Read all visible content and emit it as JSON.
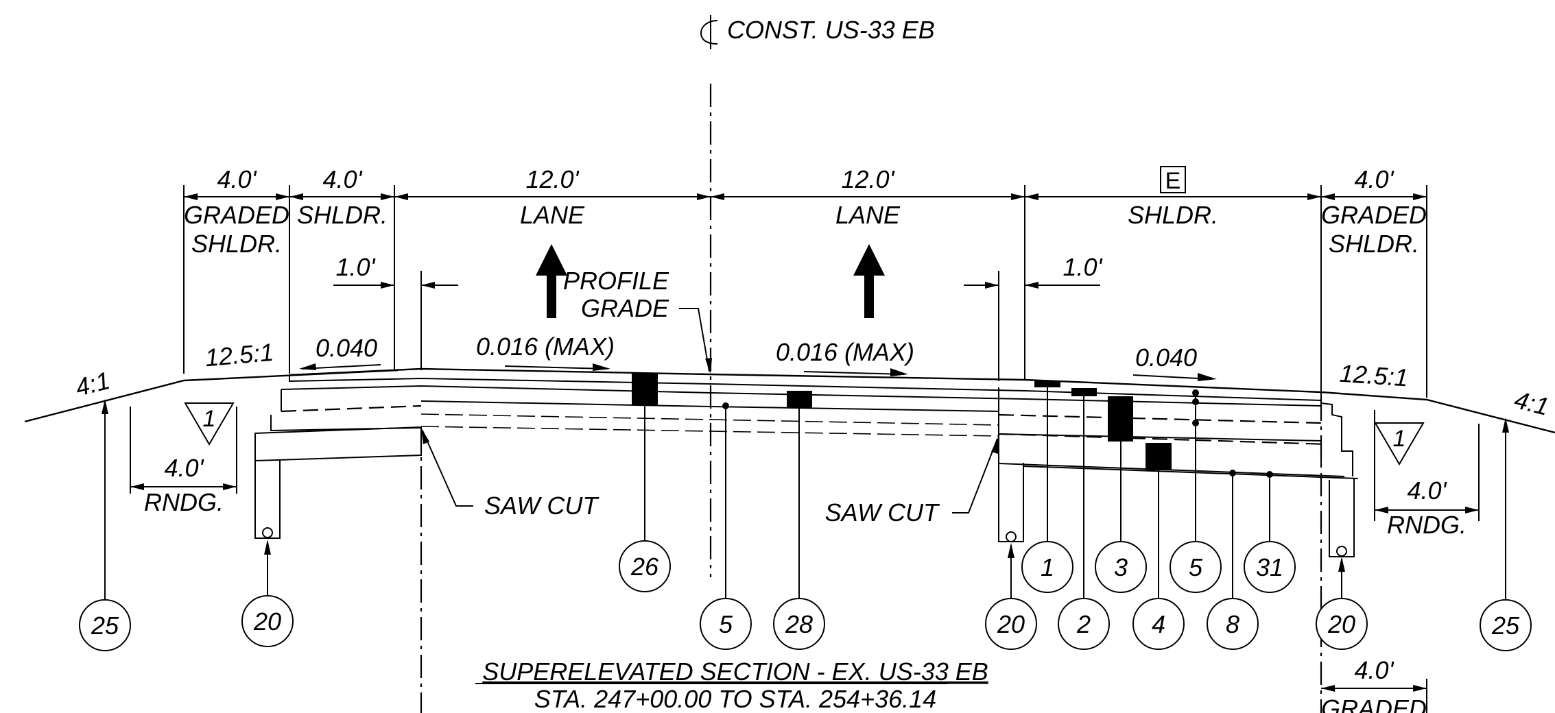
{
  "title": {
    "centerline_label": "CONST. US-33 EB"
  },
  "dimensions_top": [
    {
      "id": "graded-left",
      "value": "4.0'",
      "label1": "GRADED",
      "label2": "SHLDR."
    },
    {
      "id": "shldr-left",
      "value": "4.0'",
      "label1": "SHLDR.",
      "label2": ""
    },
    {
      "id": "lane-left",
      "value": "12.0'",
      "label1": "LANE",
      "label2": ""
    },
    {
      "id": "lane-right",
      "value": "12.0'",
      "label1": "LANE",
      "label2": ""
    },
    {
      "id": "shldr-right",
      "value": "E",
      "label1": "SHLDR.",
      "label2": ""
    },
    {
      "id": "graded-right",
      "value": "4.0'",
      "label1": "GRADED",
      "label2": "SHLDR."
    }
  ],
  "offsets": {
    "left": "1.0'",
    "right": "1.0'"
  },
  "profile_grade": {
    "line1": "PROFILE",
    "line2": "GRADE"
  },
  "slopes": {
    "far_left": "4:1",
    "left_rounding": "12.5:1",
    "left_shoulder": "0.040",
    "left_lane": "0.016 (MAX)",
    "right_lane": "0.016 (MAX)",
    "right_shoulder": "0.040",
    "right_rounding": "12.5:1",
    "far_right": "4:1"
  },
  "rounding": {
    "left_value": "4.0'",
    "left_label": "RNDG.",
    "right_value": "4.0'",
    "right_label": "RNDG.",
    "triangle_left": "1",
    "triangle_right": "1"
  },
  "saw_cut": {
    "left": "SAW CUT",
    "right": "SAW CUT"
  },
  "callouts": [
    {
      "id": "c25-left",
      "text": "25"
    },
    {
      "id": "c20-left",
      "text": "20"
    },
    {
      "id": "c26",
      "text": "26"
    },
    {
      "id": "c5-center",
      "text": "5"
    },
    {
      "id": "c28",
      "text": "28"
    },
    {
      "id": "c20-mid",
      "text": "20"
    },
    {
      "id": "c1",
      "text": "1"
    },
    {
      "id": "c2",
      "text": "2"
    },
    {
      "id": "c3",
      "text": "3"
    },
    {
      "id": "c4",
      "text": "4"
    },
    {
      "id": "c5-right",
      "text": "5"
    },
    {
      "id": "c8",
      "text": "8"
    },
    {
      "id": "c31",
      "text": "31"
    },
    {
      "id": "c20-right",
      "text": "20"
    },
    {
      "id": "c25-right",
      "text": "25"
    }
  ],
  "section_title": {
    "line1": "SUPERELEVATED SECTION - EX. US-33 EB",
    "line2": "STA. 247+00.00 TO STA. 254+36.14"
  },
  "bottom_right_dim": {
    "value": "4.0'",
    "label": "GRADED"
  }
}
